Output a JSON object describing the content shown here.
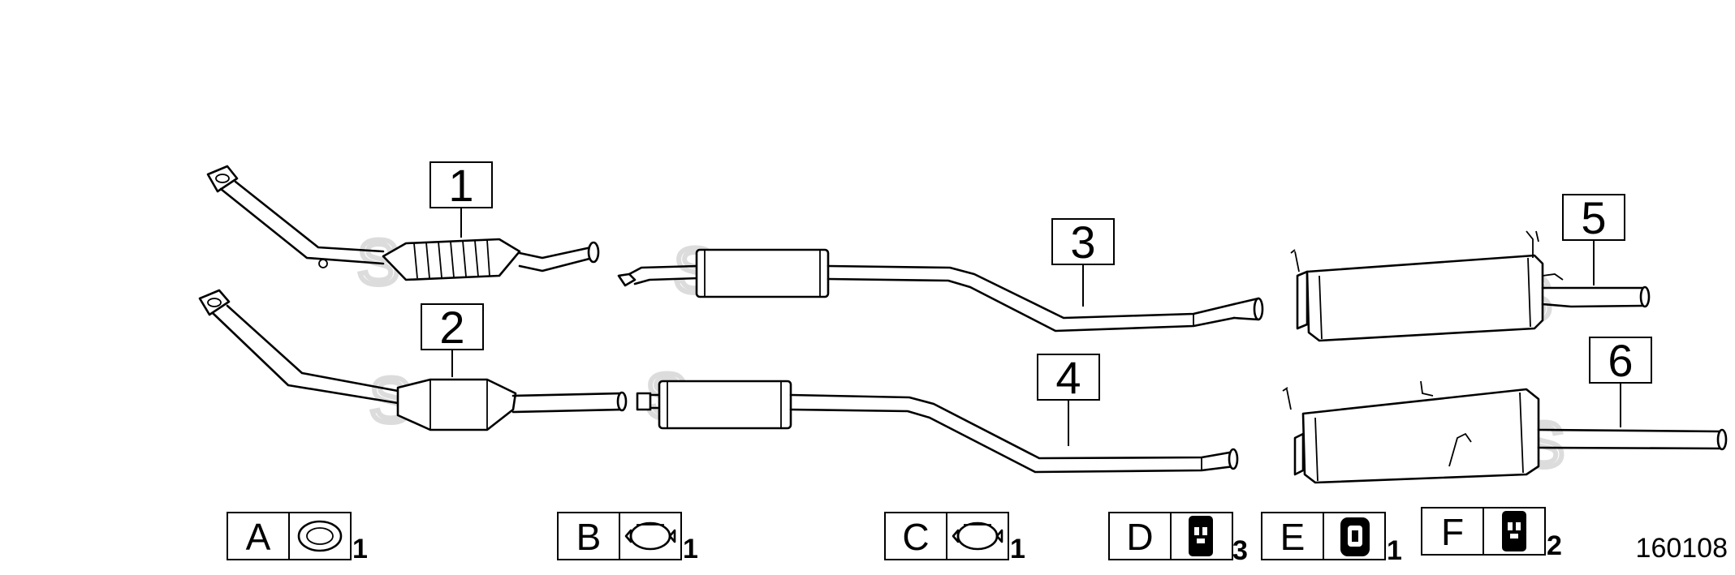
{
  "callouts": {
    "p1": "1",
    "p2": "2",
    "p3": "3",
    "p4": "4",
    "p5": "5",
    "p6": "6"
  },
  "legend": [
    {
      "letter": "A",
      "qty": "1",
      "icon": "gasket-ring-icon"
    },
    {
      "letter": "B",
      "qty": "1",
      "icon": "pipe-clamp-icon"
    },
    {
      "letter": "C",
      "qty": "1",
      "icon": "pipe-clamp-icon"
    },
    {
      "letter": "D",
      "qty": "3",
      "icon": "rubber-hanger-icon"
    },
    {
      "letter": "E",
      "qty": "1",
      "icon": "rubber-hanger-icon"
    },
    {
      "letter": "F",
      "qty": "2",
      "icon": "rubber-hanger-icon"
    }
  ],
  "reference_number": "160108"
}
